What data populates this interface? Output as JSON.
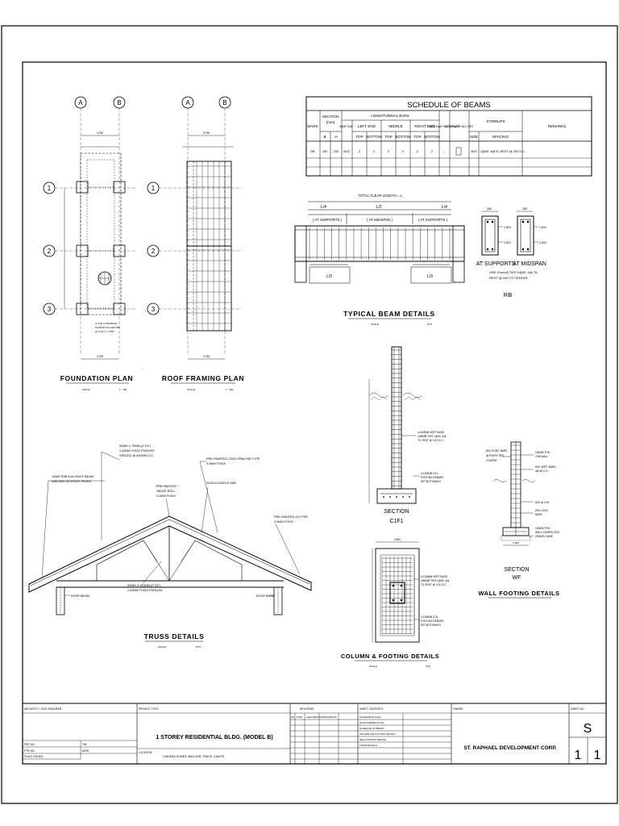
{
  "schedule": {
    "title": "SCHEDULE OF BEAMS",
    "headers": {
      "mark": "MARK",
      "section": "SECTION",
      "section_unit": "(mm)",
      "b": "B",
      "h": "H",
      "longitudinal": "LONGITUDINAL BARS",
      "bar_dia": "BAR DIA.",
      "left_end": "LEFT END",
      "middle": "MIDDLE",
      "right_end": "RIGHT END",
      "top": "TOP",
      "bottom": "BOTTOM",
      "web_bar": "WEB BAR EACH FACE",
      "stirrups_no_set": "STIRRUPS NO./SET",
      "stirrups": "STIRRUPS",
      "size": "SIZE",
      "spacing": "SPACING",
      "remarks": "REMARKS"
    },
    "rows": [
      {
        "mark": "RB",
        "b": "150",
        "h": "200",
        "dia": "Ø10",
        "left_top": "2",
        "left_bot": "2",
        "mid_top": "2",
        "mid_bot": "2",
        "right_top": "2",
        "right_bot": "2",
        "web": "–",
        "no_set": "",
        "size": "Ø10",
        "spacing": "1@50, 4@75, REST @ 200 O.C.",
        "remarks": ""
      }
    ]
  },
  "beam_detail": {
    "total_clear_length": "TOTAL CLEAR LENGTH = L",
    "l4_left": "L/4",
    "l2": "L/2",
    "l4_right": "L/4",
    "at_supports_left": "( AT SUPPORTS )",
    "at_midspan": "( AT MIDSPAN )",
    "at_supports_right": "( AT SUPPORTS )",
    "l3_left": "L/3",
    "l3_right": "L/3",
    "title": "TYPICAL BEAM DETAILS",
    "scale_label": "SCALE",
    "scale_value": "NTS"
  },
  "rb_section": {
    "dim_left": "150",
    "dim_right": "150",
    "label_support": "AT SUPPORTS",
    "label_midspan": "AT MIDSPAN",
    "stirrup_note_1": "USE 10mmØ TIES 1@50, 4@ 75,",
    "stirrup_note_2": "REST @ 200 TO CENTER",
    "mark": "RB",
    "top_bars": "2-Ø10",
    "bot_bars": "2-Ø10"
  },
  "grid": {
    "col_a": "A",
    "col_b": "B",
    "row_1": "1",
    "row_2": "2",
    "row_3": "3"
  },
  "foundation_plan": {
    "title": "FOUNDATION PLAN",
    "scale_label": "SCALE",
    "scale_value": "1 : 100",
    "dim_top": "3.750",
    "dim_bottom": "3.750",
    "note_1": "4\" THK CONCRETE",
    "note_2": "SLAB W/ 10mmØ RSB",
    "note_3": "@ 0.30 O.C. B/W"
  },
  "roof_plan": {
    "title": "ROOF FRAMING PLAN",
    "scale_label": "SCALE",
    "scale_value": "1 : 100",
    "dim_top": "3.750",
    "dim_bottom": "3.750"
  },
  "truss": {
    "title": "TRUSS DETAILS",
    "scale_label": "SCALE",
    "scale_value": "NTS",
    "note_purlins_1": "50MM X 75MM (2\"X3\")",
    "note_purlins_2": "1.00MM THICK PURLINS",
    "note_purlins_3": "SPACED @ 600MM O.C.",
    "note_rod_1": "10MM RSB from ROOF BEAM",
    "note_rod_2": "WELDED ON ROOF TRUSS",
    "note_roll_1": "PRE-PAINTED",
    "note_roll_2": "RIDGE ROLL",
    "note_roll_3": "0.4MM THICK",
    "note_angle": "3X3X1/4 ANGLE BAR",
    "note_sheet_1": "PRE-PAINTED LONG SPAN RIB TYPE",
    "note_sheet_2": "0.4MM THICK",
    "note_gutter_1": "PRE-PAINTED GUTTER",
    "note_gutter_2": "0.4MM THICK",
    "note_bottom_1": "50MM X 100MM (2\"X4\")",
    "note_bottom_2": "1.00MM THICK PURLINS",
    "roof_beam_left": "ROOF BEAM",
    "roof_beam_right": "ROOF BEAM"
  },
  "column_section": {
    "title": "SECTION",
    "mark": "C1F1",
    "note_1": "4-12MMØ VERT BARS",
    "note_2": "10MMØ TIES 1@50, 4@",
    "note_3": "75, REST @ 0.20 O.C.",
    "note_4": "4-12MMØ COL.",
    "note_5": "FOOTING REBARS",
    "note_6": "SET BOTHWAYS"
  },
  "column_footing": {
    "title": "COLUMN & FOOTING DETAILS",
    "scale_label": "SCALE",
    "scale_value": "NTS",
    "dim_top": "0.600",
    "dim_side": "0.600",
    "note_1": "4-12MMØ VERT BARS",
    "note_2": "10MMØ TIES 1@50, 4@",
    "note_3": "75, REST @ 0.20 O.C.",
    "note_4": "4-12MMØ COL.",
    "note_5": "FOOTING REBARS",
    "note_6": "SET BOTHWAYS"
  },
  "wall_footing": {
    "title": "WALL FOOTING DETAILS",
    "section": "SECTION",
    "mark": "WF",
    "note_1": "Ø10 HORZ. BARS",
    "note_2": "@ EVERY 3RD",
    "note_3": "COURSE",
    "note_4": "100MM THK.",
    "note_5": "CHB WALL",
    "note_6": "Ø10 VERT. BARS",
    "note_7": "@0.60 O.C.",
    "note_8": "Ø10 @ 0.40",
    "note_9": "Ø10 LONG.",
    "note_10": "BARS",
    "note_11": "100MM THK.",
    "note_12": "WELL-COMPACTED",
    "note_13": "GRAVEL BASE",
    "dim": "0.600"
  },
  "title_block": {
    "architect_label": "ARCHITECT / CIVIL ENGINEER:",
    "project_label": "PROJECT TITLE:",
    "project_title": "1 STOREY RESIDENTIAL BLDG. (MODEL B)",
    "location_label": "LOCATION:",
    "location": "CARISSA HOMES, BACOOR, TRACE, CAVITE",
    "revisions_label": "REVISIONS",
    "rev_no": "NO.",
    "rev_date": "DATE",
    "rev_checked": "CHECKED BY",
    "rev_approved": "APPROVED BY",
    "sheet_contents_label": "SHEET CONTENTS:",
    "contents": [
      "FOUNDATION PLAN",
      "ROOF FRAMING PLAN",
      "SCHEDULE OF BEAMS",
      "COLUMN AND FOOTING DETAILS",
      "WALL FOOTING DETAILS",
      "TRUSS DETAILS"
    ],
    "owner_label": "OWNER:",
    "owner": "ST. RAPHAEL DEVELOPMENT CORP.",
    "sheet_no_label": "SHEET NO.:",
    "sheet_letter": "S",
    "sheet_num": "1",
    "sheet_total": "1",
    "prc_label": "PRC NO.:",
    "tin_label": "TIN:",
    "ptr_label": "PTR NO.:",
    "date_label": "DATE:",
    "place_label": "PLACE ISSUED:"
  }
}
